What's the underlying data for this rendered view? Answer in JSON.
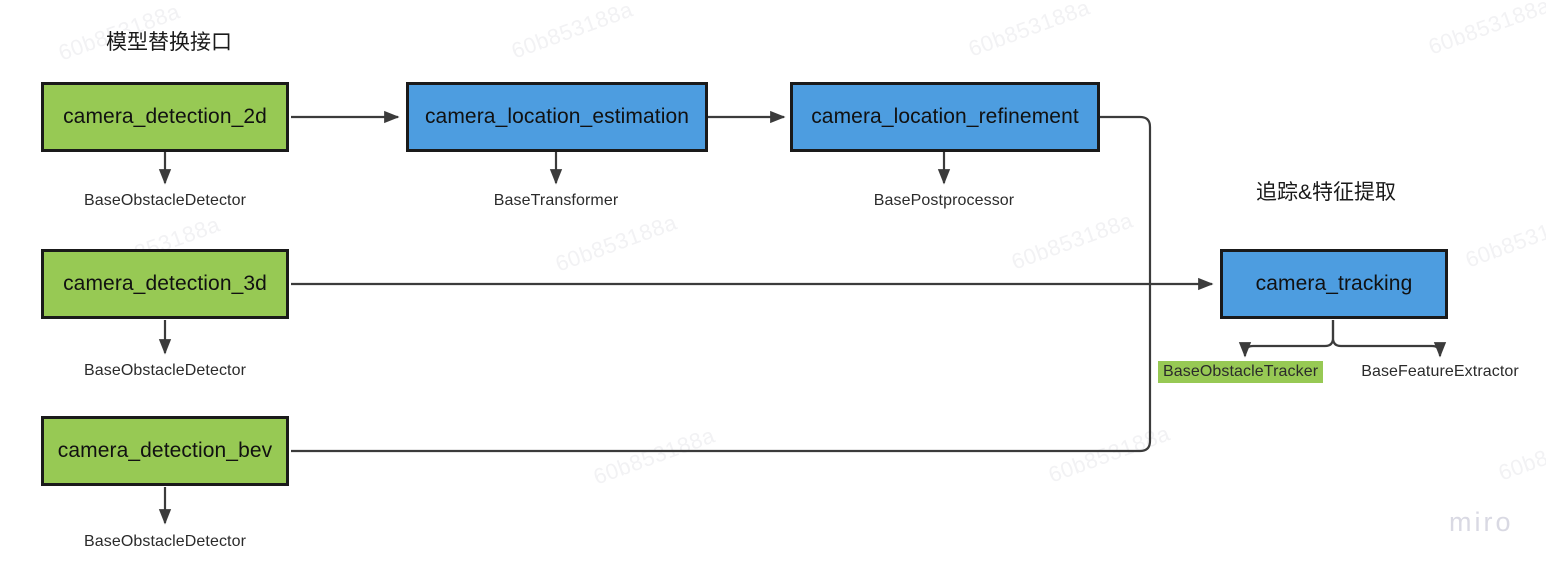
{
  "board": {
    "watermark_text": "60b853188a",
    "brand_watermark": "miro",
    "colors": {
      "green_fill": "#97c954",
      "blue_fill": "#4d9de0",
      "border": "#1a1a1a",
      "connector": "#3b3b3b",
      "background": "#ffffff",
      "watermark": "#f2f2f4",
      "brand_watermark": "#d9d9e3"
    }
  },
  "headings": {
    "left_section": "模型替换接口",
    "right_section": "追踪&特征提取"
  },
  "nodes": [
    {
      "id": "camera_detection_2d",
      "label": "camera_detection_2d",
      "color": "green"
    },
    {
      "id": "camera_location_estimation",
      "label": "camera_location_estimation",
      "color": "blue"
    },
    {
      "id": "camera_location_refinement",
      "label": "camera_location_refinement",
      "color": "blue"
    },
    {
      "id": "camera_detection_3d",
      "label": "camera_detection_3d",
      "color": "green"
    },
    {
      "id": "camera_detection_bev",
      "label": "camera_detection_bev",
      "color": "green"
    },
    {
      "id": "camera_tracking",
      "label": "camera_tracking",
      "color": "blue"
    }
  ],
  "interfaces": [
    {
      "id": "iface_2d",
      "label": "BaseObstacleDetector",
      "highlighted": false
    },
    {
      "id": "iface_estim",
      "label": "BaseTransformer",
      "highlighted": false
    },
    {
      "id": "iface_refine",
      "label": "BasePostprocessor",
      "highlighted": false
    },
    {
      "id": "iface_3d",
      "label": "BaseObstacleDetector",
      "highlighted": false
    },
    {
      "id": "iface_bev",
      "label": "BaseObstacleDetector",
      "highlighted": false
    },
    {
      "id": "iface_tracker",
      "label": "BaseObstacleTracker",
      "highlighted": true
    },
    {
      "id": "iface_features",
      "label": "BaseFeatureExtractor",
      "highlighted": false
    }
  ],
  "edges": [
    {
      "from": "camera_detection_2d",
      "to": "camera_location_estimation"
    },
    {
      "from": "camera_location_estimation",
      "to": "camera_location_refinement"
    },
    {
      "from": "camera_location_refinement",
      "to": "camera_tracking"
    },
    {
      "from": "camera_detection_3d",
      "to": "camera_tracking"
    },
    {
      "from": "camera_detection_bev",
      "to": "camera_tracking"
    },
    {
      "from": "camera_detection_2d",
      "to": "iface_2d"
    },
    {
      "from": "camera_location_estimation",
      "to": "iface_estim"
    },
    {
      "from": "camera_location_refinement",
      "to": "iface_refine"
    },
    {
      "from": "camera_detection_3d",
      "to": "iface_3d"
    },
    {
      "from": "camera_detection_bev",
      "to": "iface_bev"
    },
    {
      "from": "camera_tracking",
      "to": "iface_tracker"
    },
    {
      "from": "camera_tracking",
      "to": "iface_features"
    }
  ]
}
